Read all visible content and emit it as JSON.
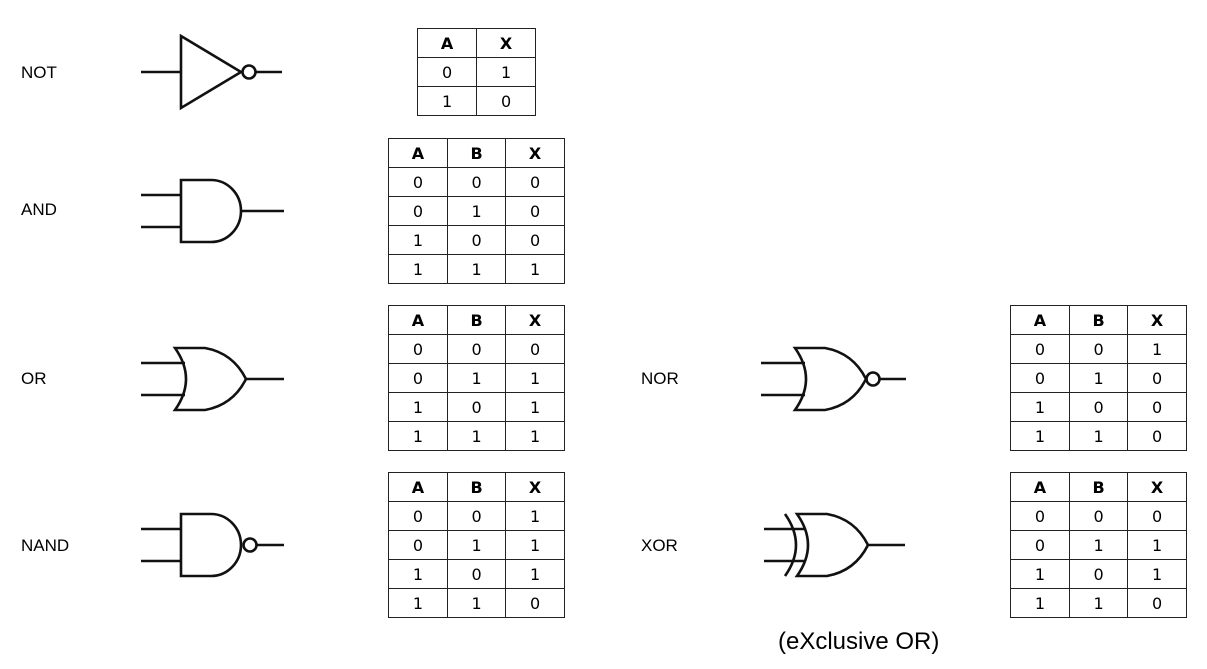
{
  "gates": [
    {
      "id": "not",
      "label": "NOT",
      "table": {
        "headers": [
          "A",
          "X"
        ],
        "rows": [
          [
            "0",
            "1"
          ],
          [
            "1",
            "0"
          ]
        ]
      }
    },
    {
      "id": "and",
      "label": "AND",
      "table": {
        "headers": [
          "A",
          "B",
          "X"
        ],
        "rows": [
          [
            "0",
            "0",
            "0"
          ],
          [
            "0",
            "1",
            "0"
          ],
          [
            "1",
            "0",
            "0"
          ],
          [
            "1",
            "1",
            "1"
          ]
        ]
      }
    },
    {
      "id": "or",
      "label": "OR",
      "table": {
        "headers": [
          "A",
          "B",
          "X"
        ],
        "rows": [
          [
            "0",
            "0",
            "0"
          ],
          [
            "0",
            "1",
            "1"
          ],
          [
            "1",
            "0",
            "1"
          ],
          [
            "1",
            "1",
            "1"
          ]
        ]
      }
    },
    {
      "id": "nand",
      "label": "NAND",
      "table": {
        "headers": [
          "A",
          "B",
          "X"
        ],
        "rows": [
          [
            "0",
            "0",
            "1"
          ],
          [
            "0",
            "1",
            "1"
          ],
          [
            "1",
            "0",
            "1"
          ],
          [
            "1",
            "1",
            "0"
          ]
        ]
      }
    },
    {
      "id": "nor",
      "label": "NOR",
      "table": {
        "headers": [
          "A",
          "B",
          "X"
        ],
        "rows": [
          [
            "0",
            "0",
            "1"
          ],
          [
            "0",
            "1",
            "0"
          ],
          [
            "1",
            "0",
            "0"
          ],
          [
            "1",
            "1",
            "0"
          ]
        ]
      }
    },
    {
      "id": "xor",
      "label": "XOR",
      "table": {
        "headers": [
          "A",
          "B",
          "X"
        ],
        "rows": [
          [
            "0",
            "0",
            "0"
          ],
          [
            "0",
            "1",
            "1"
          ],
          [
            "1",
            "0",
            "1"
          ],
          [
            "1",
            "1",
            "0"
          ]
        ]
      }
    }
  ],
  "xor_note": "(eXclusive OR)"
}
